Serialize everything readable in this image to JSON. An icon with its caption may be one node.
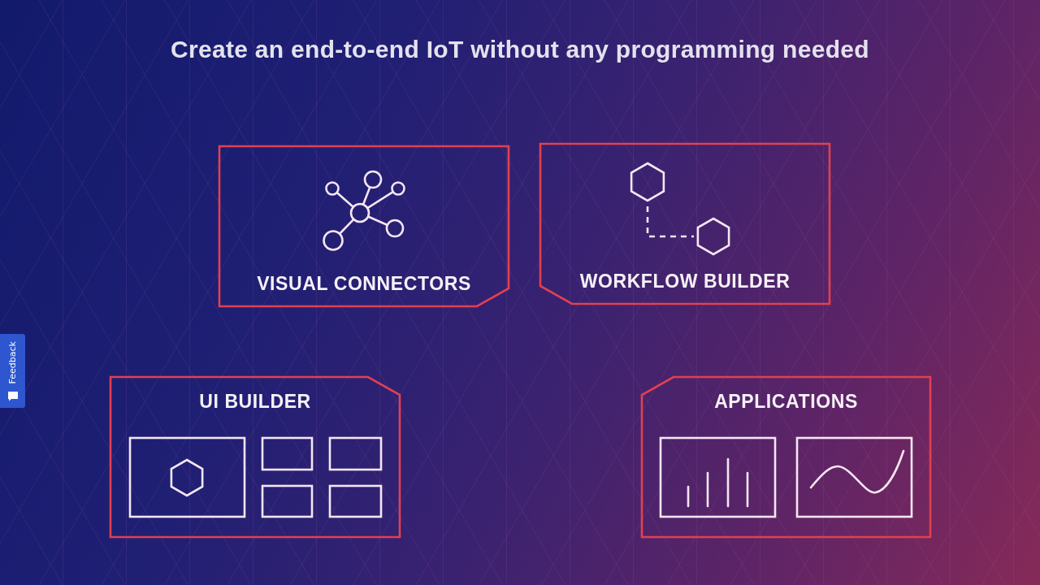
{
  "diagram": {
    "title": "Create an end-to-end IoT without any programming needed",
    "nodes": [
      {
        "text": [
          "VISUAL CONNECTORS"
        ]
      },
      {
        "text": [
          "WORKFLOW BUILDER"
        ]
      },
      {
        "text": [
          "UI BUILDER"
        ]
      },
      {
        "text": [
          "APPLICATIONS"
        ]
      }
    ],
    "labels": [
      "Feedback"
    ]
  }
}
